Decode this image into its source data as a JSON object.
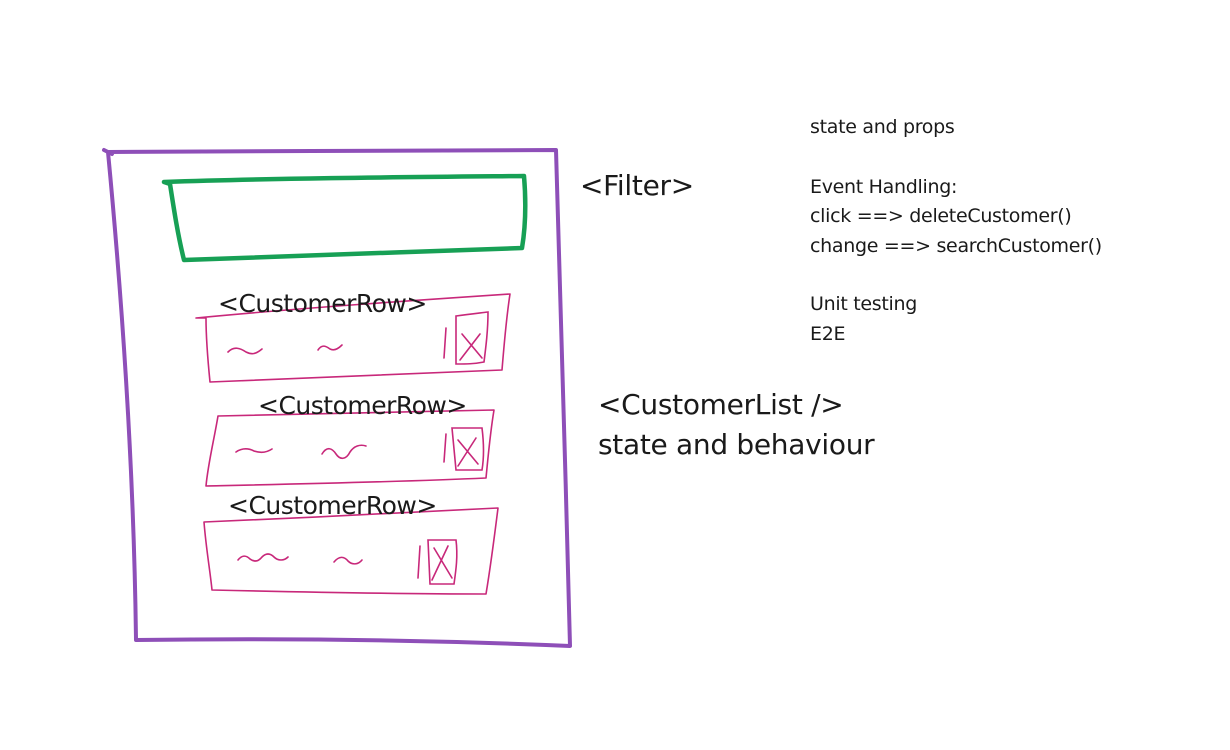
{
  "colors": {
    "frame": "#8e4fb8",
    "filter_box": "#17a055",
    "row_box": "#c8287a",
    "text": "#1a1a1a"
  },
  "labels": {
    "filter": "<Filter>",
    "customer_rows": [
      "<CustomerRow>",
      "<CustomerRow>",
      "<CustomerRow>"
    ],
    "customer_list": "<CustomerList />",
    "customer_list_sub": "state and behaviour"
  },
  "notes": {
    "state_props": "state and props",
    "event_heading": "Event Handling:",
    "event_lines": [
      "click ==> deleteCustomer()",
      "change ==> searchCustomer()"
    ],
    "testing_lines": [
      "Unit testing",
      "E2E"
    ]
  }
}
